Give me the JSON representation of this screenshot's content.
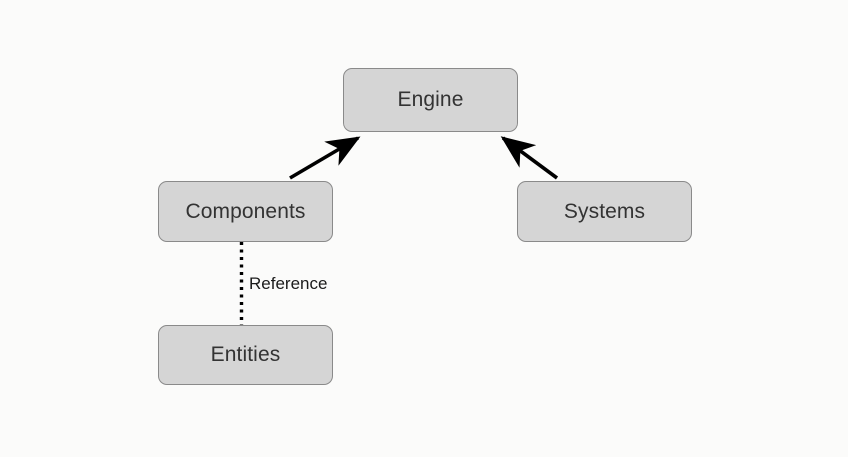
{
  "diagram": {
    "type": "flowchart",
    "background_color": "#fbfbfa",
    "node_fill_color": "#d5d5d5",
    "node_border_color": "#8a8a8a",
    "node_text_color": "#333333",
    "edge_color": "#000000",
    "nodes": [
      {
        "id": "engine",
        "label": "Engine"
      },
      {
        "id": "components",
        "label": "Components"
      },
      {
        "id": "systems",
        "label": "Systems"
      },
      {
        "id": "entities",
        "label": "Entities"
      }
    ],
    "edges": [
      {
        "id": "components-to-engine",
        "from": "Components",
        "to": "Engine",
        "style": "solid",
        "arrow": "to",
        "label": ""
      },
      {
        "id": "systems-to-engine",
        "from": "Systems",
        "to": "Engine",
        "style": "solid",
        "arrow": "to",
        "label": ""
      },
      {
        "id": "components-to-entities",
        "from": "Components",
        "to": "Entities",
        "style": "dotted",
        "arrow": "none",
        "label": "Reference"
      }
    ]
  }
}
